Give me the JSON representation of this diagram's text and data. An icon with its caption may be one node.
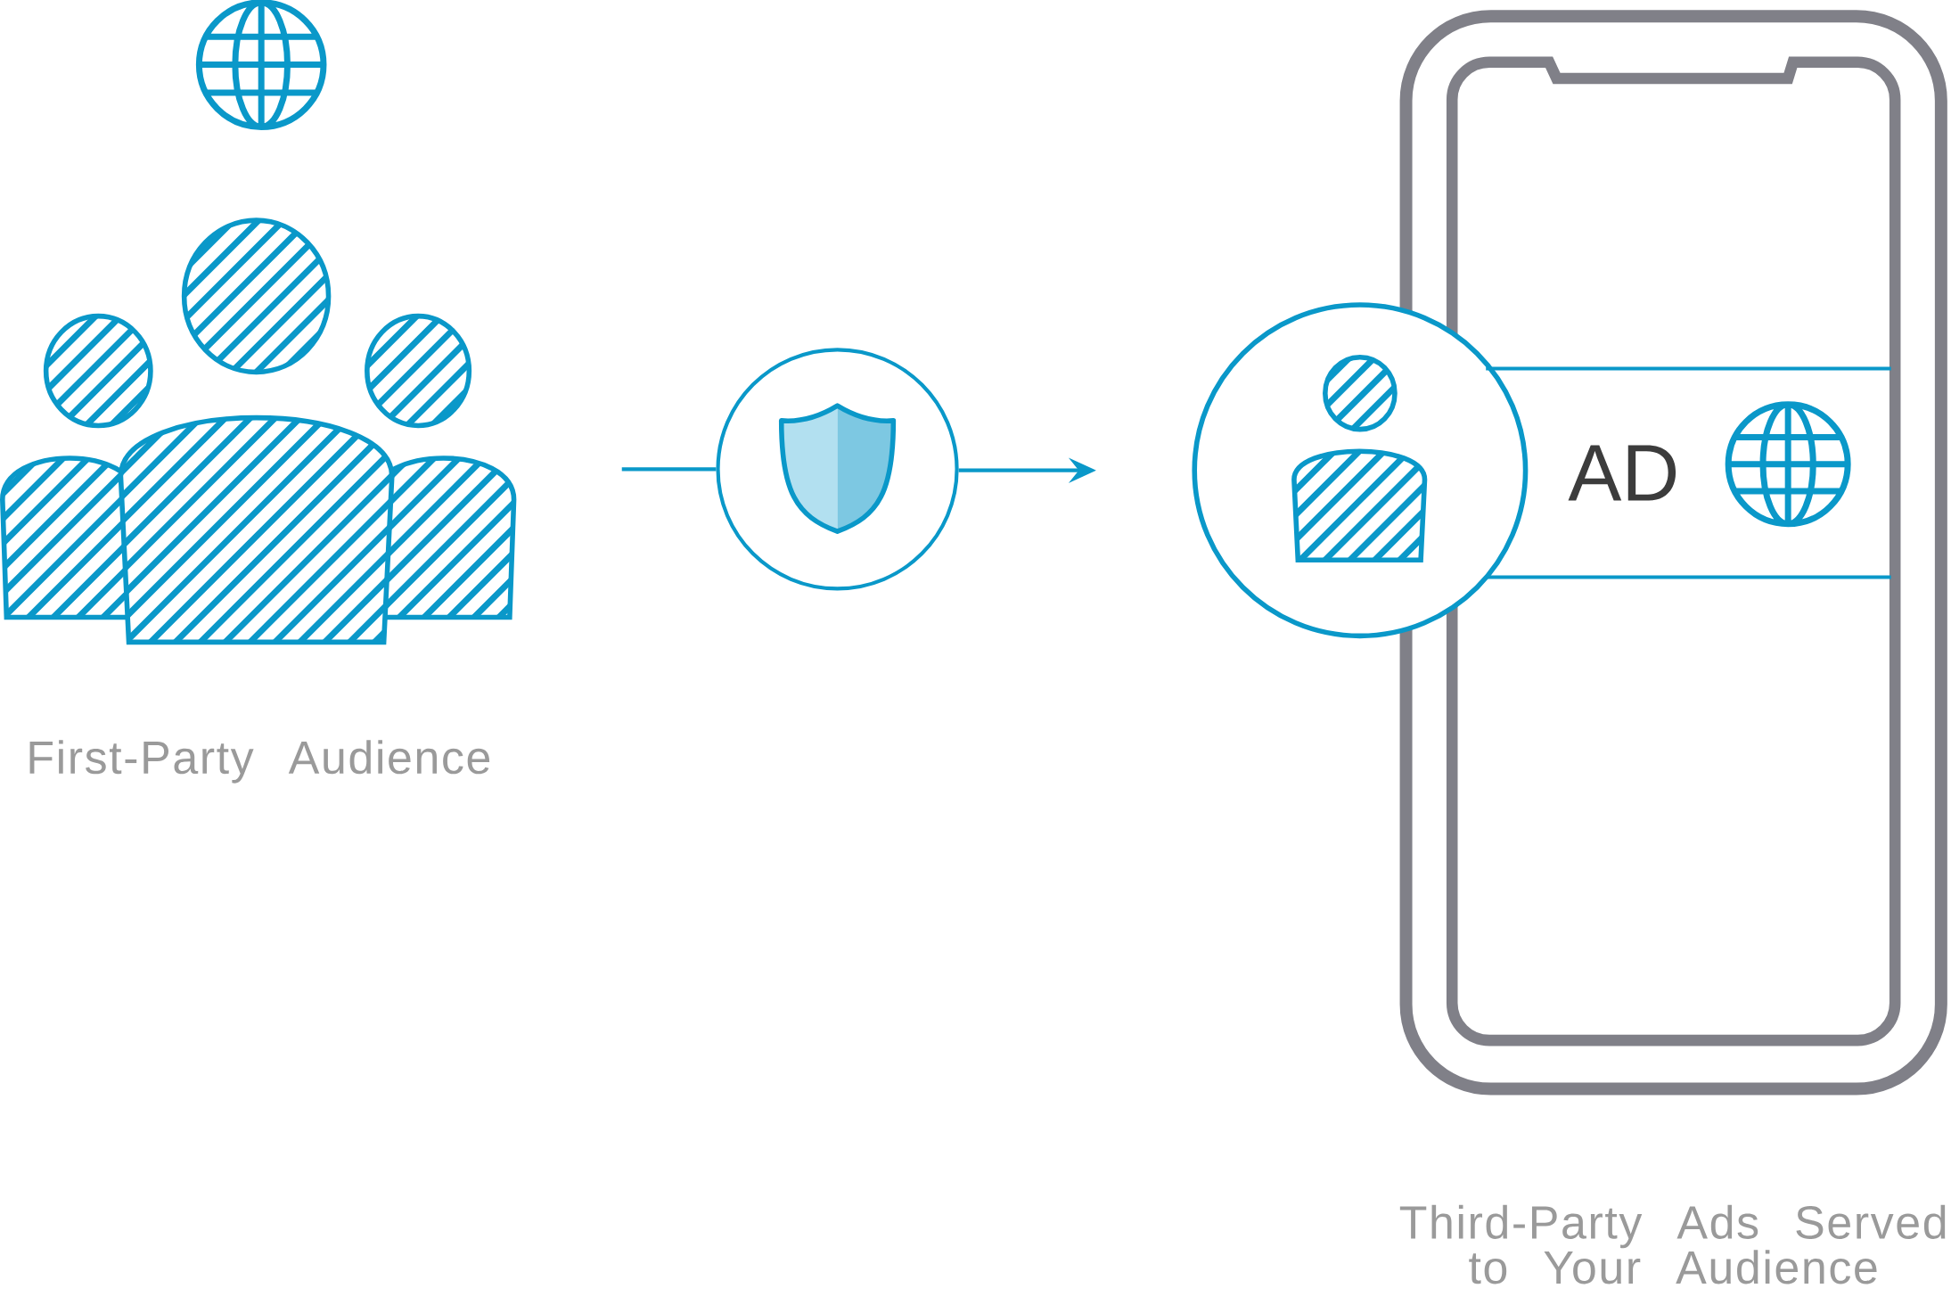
{
  "diagram": {
    "nodes": [
      {
        "text": [],
        "shape": "person",
        "beside": [
          "First-Party Audience"
        ]
      },
      {
        "text": [],
        "shape": "circle"
      },
      {
        "text": [],
        "shape": "circle"
      },
      {
        "text": [],
        "shape": "box",
        "beside": [
          "Third-Party Ads Served to Your Audience"
        ]
      },
      {
        "text": [
          "AD"
        ],
        "in": 3
      }
    ],
    "edges": [
      {
        "from": 0,
        "to": 1,
        "arrow": "none"
      },
      {
        "from": 1,
        "to": 2,
        "arrow": "to"
      }
    ]
  }
}
